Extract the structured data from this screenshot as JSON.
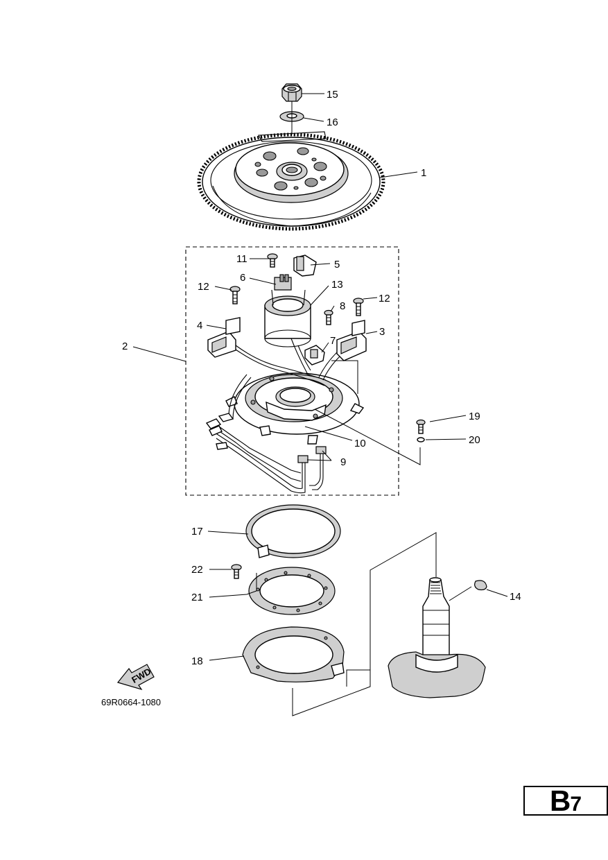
{
  "callouts": {
    "c1": "1",
    "c2": "2",
    "c3": "3",
    "c4": "4",
    "c5": "5",
    "c6": "6",
    "c7": "7",
    "c8": "8",
    "c9": "9",
    "c10": "10",
    "c11": "11",
    "c12a": "12",
    "c12b": "12",
    "c13": "13",
    "c14": "14",
    "c15": "15",
    "c16": "16",
    "c17": "17",
    "c18": "18",
    "c19": "19",
    "c20": "20",
    "c21": "21",
    "c22": "22"
  },
  "fwd_label": "FWD",
  "figure_code": "69R0664-1080",
  "page_badge": {
    "letter": "B",
    "number": "7"
  }
}
